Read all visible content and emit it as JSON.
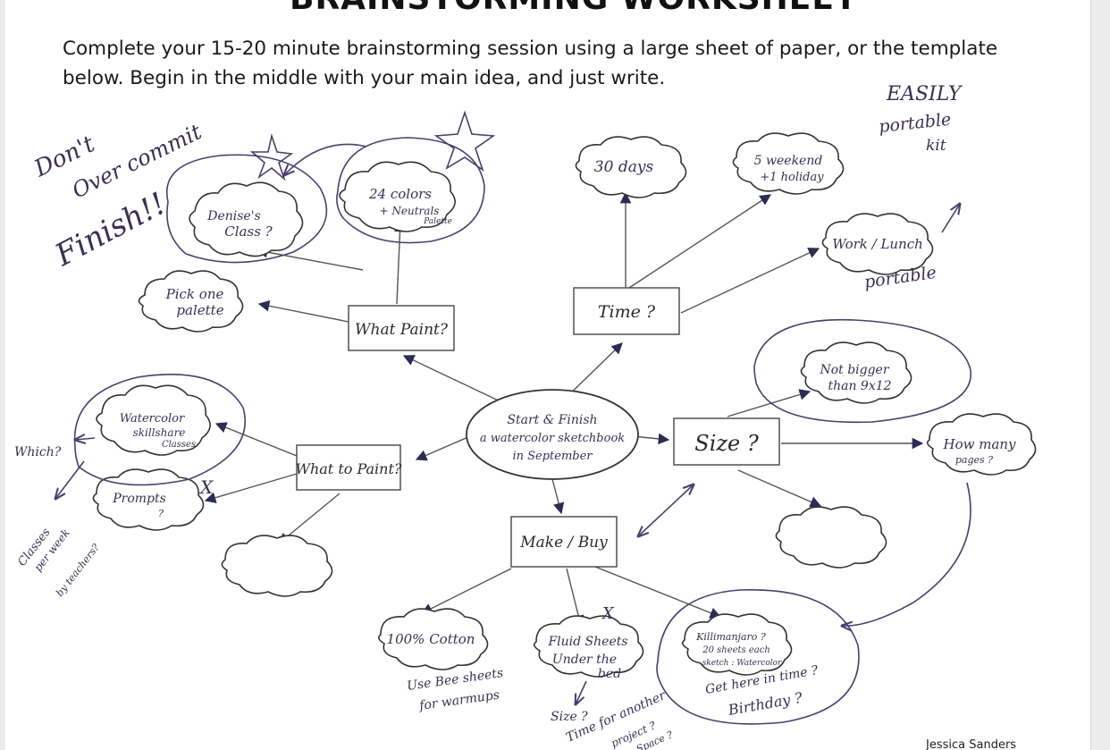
{
  "worksheet": {
    "title": "BRAINSTORMING WORKSHEET",
    "instructions": "Complete your 15-20 minute brainstorming session using a large sheet of paper, or the template below.  Begin in the middle with your main idea, and just write.",
    "author": "Jessica Sanders"
  },
  "center": {
    "line1": "Start & Finish",
    "line2": "a watercolor sketchbook",
    "line3": "in September"
  },
  "boxes": {
    "what_paint": "What Paint?",
    "time": "Time ?",
    "what_to_paint": "What to Paint?",
    "size": "Size ?",
    "make_buy": "Make / Buy"
  },
  "clouds": {
    "denises_class_1": "Denise's",
    "denises_class_2": "Class ?",
    "colors_1": "24 colors",
    "colors_2": "+ Neutrals",
    "colors_3": "Palette",
    "pick_palette_1": "Pick one",
    "pick_palette_2": "palette",
    "days30": "30 days",
    "weekend_1": "5 weekend",
    "weekend_2": "+1 holiday",
    "work_lunch": "Work / Lunch",
    "not_bigger_1": "Not bigger",
    "not_bigger_2": "than 9x12",
    "how_many_1": "How many",
    "how_many_2": "pages ?",
    "watercolor_1": "Watercolor",
    "watercolor_2": "skillshare",
    "watercolor_3": "Classes",
    "prompts_1": "Prompts",
    "prompts_2": "?",
    "cotton": "100% Cotton",
    "fluid_1": "Fluid Sheets",
    "fluid_2": "Under the",
    "fluid_3": "bed",
    "kili_1": "Killimanjaro ?",
    "kili_2": "20 sheets each",
    "kili_3": "sketch : Watercolor"
  },
  "notes": {
    "dont_overcommit_1": "Don't",
    "dont_overcommit_2": "Over commit",
    "finish": "Finish!!",
    "easily": "EASILY",
    "portable_kit_1": "portable",
    "portable_kit_2": "kit",
    "portable": "portable",
    "which": "Which?",
    "classes_per_week_1": "Classes",
    "classes_per_week_2": "per week",
    "by_teachers": "by teachers?",
    "x_mark": "X",
    "bee_1": "Use Bee sheets",
    "bee_2": "for warmups",
    "size_q": "Size ?",
    "time_another_1": "Time for another",
    "time_another_2": "project ?",
    "time_another_3": "Space ?",
    "get_here_1": "Get here in time ?",
    "get_here_2": "Birthday ?"
  },
  "colors": {
    "ink": "#4b3f6b",
    "pencil": "#333333",
    "paper": "#ffffff"
  }
}
